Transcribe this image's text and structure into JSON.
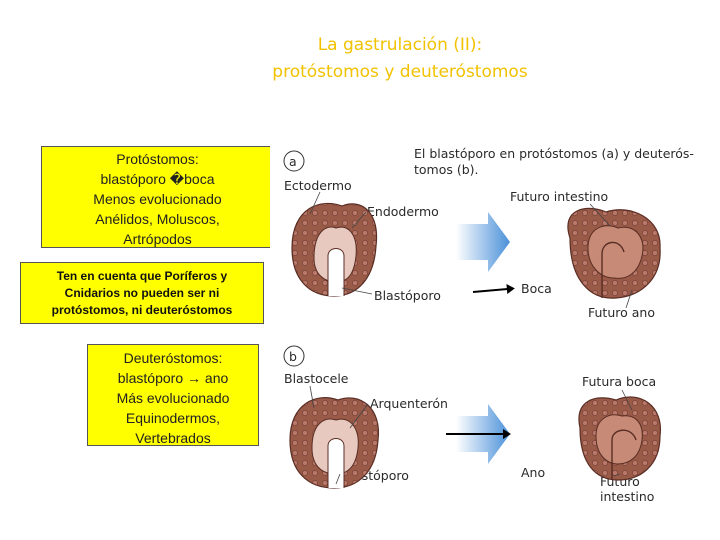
{
  "title": {
    "line1": "La gastrulación (II):",
    "line2": "protóstomos y deuteróstomos"
  },
  "protostomos_box": {
    "lines": [
      "Protóstomos:",
      "blastóporo �boca",
      "Menos evolucionado",
      "Anélidos, Moluscos,",
      "Artrópodos"
    ]
  },
  "note_box": {
    "lines": [
      "Ten en cuenta que Poríferos y",
      "Cnidarios no pueden ser ni",
      "protóstomos, ni deuteróstomos"
    ]
  },
  "deuterostomos_box": {
    "line1": "Deuteróstomos:",
    "line2_pre": "blastóporo ",
    "line2_arrow": "→",
    "line2_post": " ano",
    "lines_rest": [
      "Más evolucionado",
      "Equinodermos,",
      "Vertebrados"
    ]
  },
  "figure": {
    "caption_line1": "El blastóporo en protóstomos (a) y deuterós-",
    "caption_line2": "tomos (b).",
    "panel_a": {
      "marker": "a",
      "labels": {
        "ectodermo": "Ectodermo",
        "endodermo": "Endodermo",
        "blastoporo": "Blastóporo",
        "futuro_intestino": "Futuro intestino",
        "boca": "Boca",
        "futuro_ano": "Futuro ano"
      }
    },
    "panel_b": {
      "marker": "b",
      "labels": {
        "blastocele": "Blastocele",
        "arquenteron": "Arquenterón",
        "blastoporo": "Blastóporo",
        "futura_boca": "Futura boca",
        "ano": "Ano",
        "futuro_intestino_1": "Futuro",
        "futuro_intestino_2": "intestino"
      }
    }
  },
  "colors": {
    "title": "#f2c200",
    "box_fill": "#ffff00",
    "embryo_fill": "#9a5a48",
    "embryo_inner": "#e8c9bf",
    "process_arrow": "#4a90d9"
  }
}
